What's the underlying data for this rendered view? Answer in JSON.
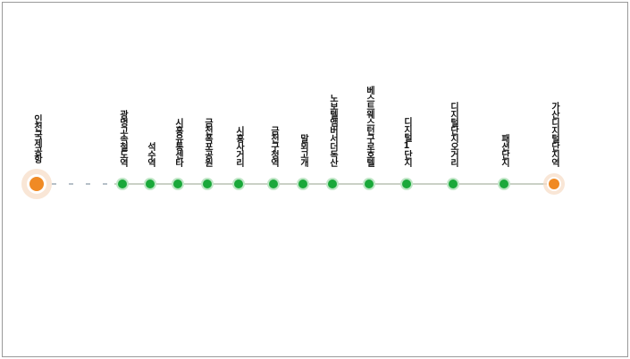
{
  "route": {
    "line_color": "#b9c2b4",
    "dash_color": "#8a9aa6",
    "stop_color": "#1aa83a",
    "stop_ring_color": "#bfe6c6",
    "terminal_color": "#f08a24",
    "terminal_halo_color": "#f7dcc4",
    "stops": [
      {
        "name": "인천국제공항",
        "kind": "origin"
      },
      {
        "name": "광명고속철도역",
        "kind": "stop"
      },
      {
        "name": "석수역",
        "kind": "stop"
      },
      {
        "name": "시흥유통센타",
        "kind": "stop"
      },
      {
        "name": "금천폭포공원",
        "kind": "stop"
      },
      {
        "name": "시흥사거리",
        "kind": "stop"
      },
      {
        "name": "금천구청역",
        "kind": "stop"
      },
      {
        "name": "말뫼고개",
        "kind": "stop"
      },
      {
        "name": "노보텔앰버서더독산",
        "kind": "stop"
      },
      {
        "name": "베스트웨스턴구로호텔",
        "kind": "stop"
      },
      {
        "name": "디지털1단지",
        "kind": "stop"
      },
      {
        "name": "디지털단지오거리",
        "kind": "stop"
      },
      {
        "name": "패션단지",
        "kind": "stop"
      },
      {
        "name": "가산디지털단지역",
        "kind": "destination"
      }
    ]
  }
}
